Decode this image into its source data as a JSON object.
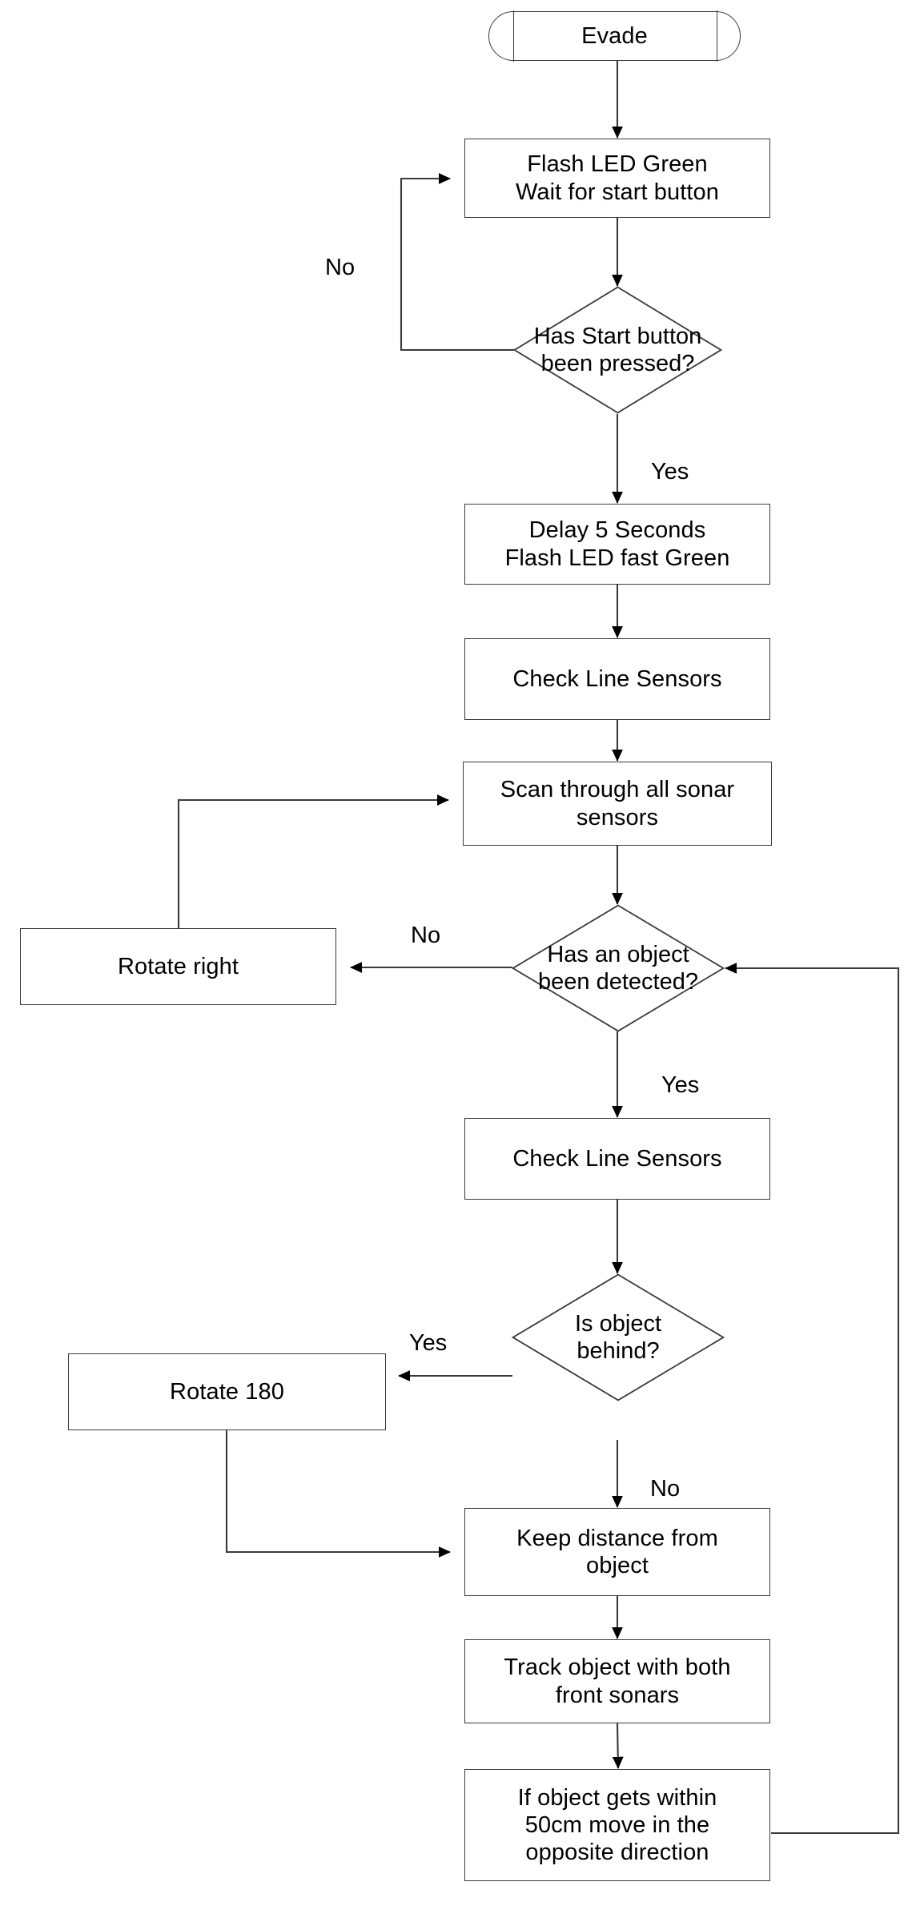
{
  "diagram": {
    "title": "Evade",
    "type": "flowchart",
    "orientation": "top-to-bottom",
    "stroke_color": "#3a3a3a",
    "fill_color": "#ffffff",
    "text_color": "#000000"
  },
  "nodes": {
    "start": {
      "label": "Evade",
      "shape": "terminator"
    },
    "flash_led": {
      "label": "Flash LED Green\nWait for start button",
      "shape": "process"
    },
    "start_pressed": {
      "label": "Has Start button\nbeen pressed?",
      "shape": "decision"
    },
    "delay": {
      "label": "Delay 5 Seconds\nFlash LED fast Green",
      "shape": "process"
    },
    "check_line_1": {
      "label": "Check Line Sensors",
      "shape": "process"
    },
    "scan_sonar": {
      "label": "Scan through all sonar\nsensors",
      "shape": "process"
    },
    "rotate_right": {
      "label": "Rotate right",
      "shape": "process"
    },
    "object_detected": {
      "label": "Has an object\nbeen detected?",
      "shape": "decision"
    },
    "check_line_2": {
      "label": "Check Line Sensors",
      "shape": "process"
    },
    "object_behind": {
      "label": "Is object\nbehind?",
      "shape": "decision"
    },
    "rotate_180": {
      "label": "Rotate 180",
      "shape": "process"
    },
    "keep_distance": {
      "label": "Keep distance from\nobject",
      "shape": "process"
    },
    "track_object": {
      "label": "Track object with both\nfront sonars",
      "shape": "process"
    },
    "move_opposite": {
      "label": "If object gets within\n50cm move in the\nopposite direction",
      "shape": "process"
    }
  },
  "edge_labels": {
    "start_pressed_no": "No",
    "start_pressed_yes": "Yes",
    "object_detected_no": "No",
    "object_detected_yes": "Yes",
    "object_behind_yes": "Yes",
    "object_behind_no": "No"
  },
  "lines": {
    "flash_led_1": "Flash LED Green",
    "flash_led_2": "Wait for start button",
    "start_pressed_1": "Has Start button",
    "start_pressed_2": "been pressed?",
    "delay_1": "Delay 5 Seconds",
    "delay_2": "Flash LED fast Green",
    "check_line_1": "Check Line Sensors",
    "scan_1": "Scan through all sonar",
    "scan_2": "sensors",
    "rotate_right_1": "Rotate right",
    "object_detected_1": "Has an object",
    "object_detected_2": "been detected?",
    "check_line_2": "Check Line Sensors",
    "object_behind_1": "Is object",
    "object_behind_2": "behind?",
    "rotate_180_1": "Rotate 180",
    "keep_distance_1": "Keep distance from",
    "keep_distance_2": "object",
    "track_1": "Track object with both",
    "track_2": "front sonars",
    "move_opposite_1": "If object gets within",
    "move_opposite_2": "50cm move in the",
    "move_opposite_3": "opposite direction"
  }
}
